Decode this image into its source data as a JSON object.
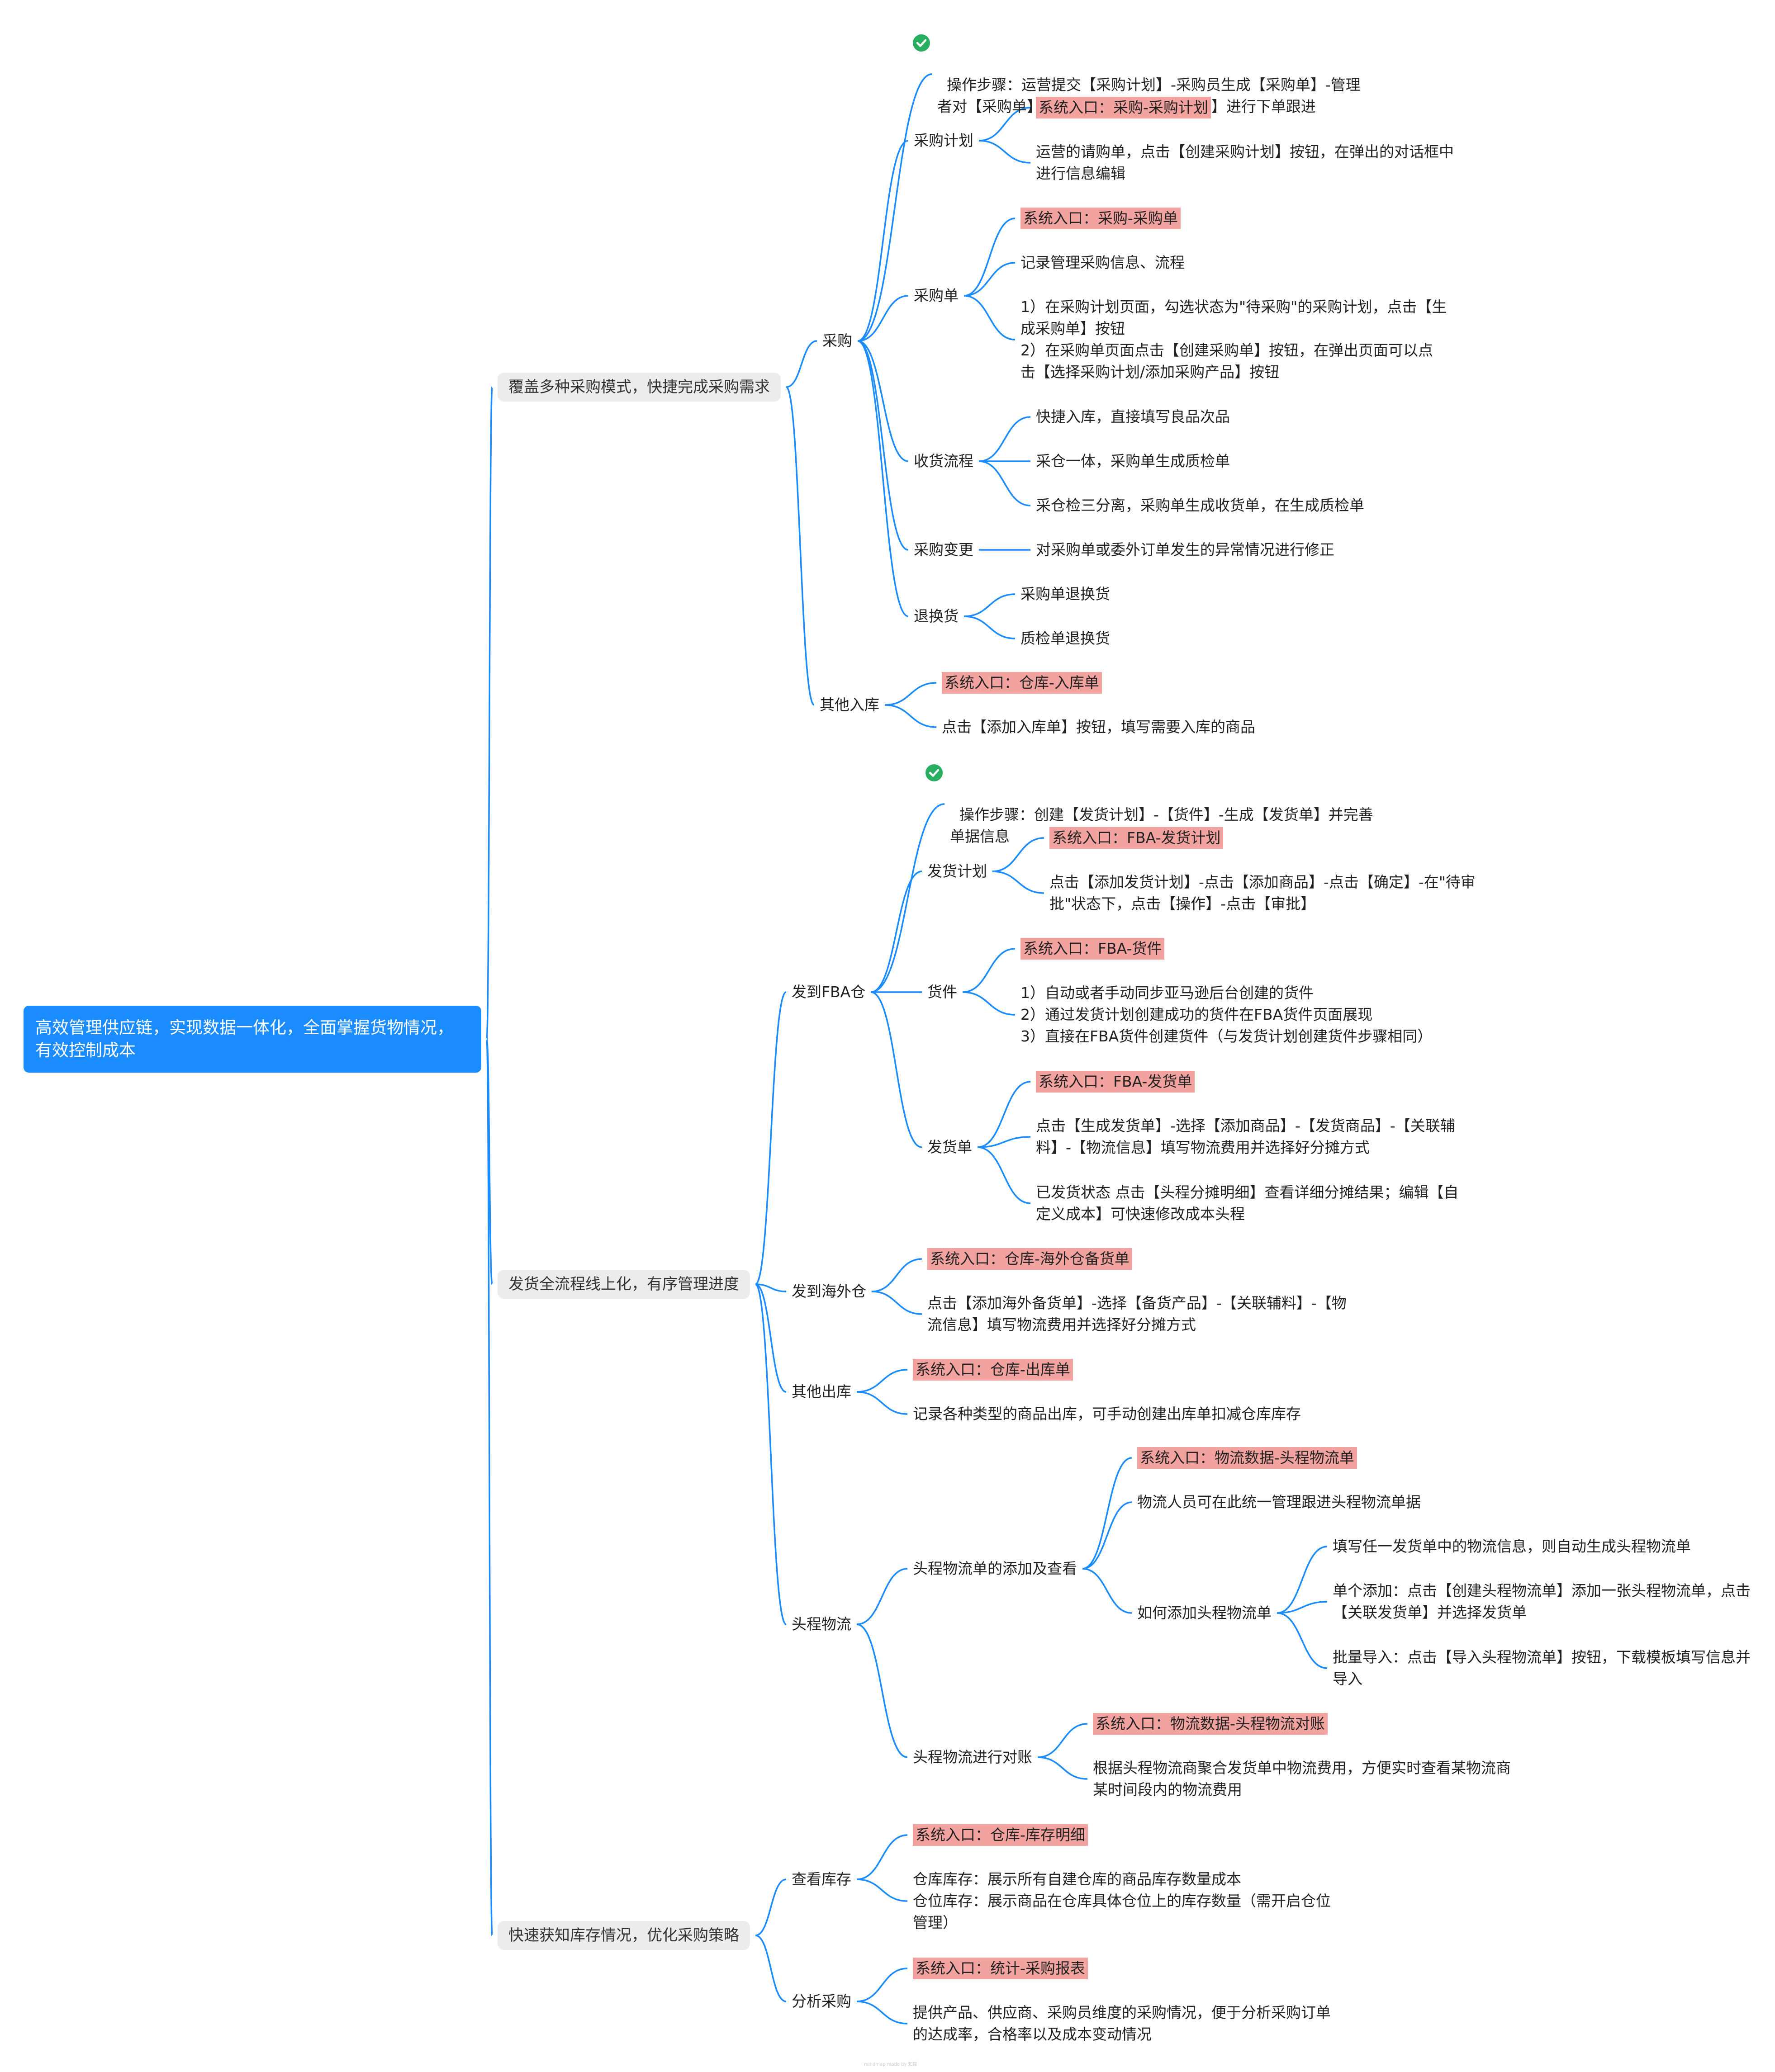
{
  "root": "高效管理供应链，实现数据一体化，全面掌握货物情况，\n有效控制成本",
  "branches": {
    "purchase_mode": "覆盖多种采购模式，快捷完成采购需求",
    "shipping": "发货全流程线上化，有序管理进度",
    "inventory": "快速获知库存情况，优化采购策略"
  },
  "purchase": {
    "label": "采购",
    "steps": "操作步骤：运营提交【采购计划】-采购员生成【采购单】-管理\n者对【采购单】进行审批-采购对【采购单】进行下单跟进",
    "plan": {
      "label": "采购计划",
      "entry": "系统入口：采购-采购计划",
      "desc": "运营的请购单，点击【创建采购计划】按钮，在弹出的对话框中\n进行信息编辑"
    },
    "order": {
      "label": "采购单",
      "entry": "系统入口：采购-采购单",
      "desc1": "记录管理采购信息、流程",
      "desc2": "1）在采购计划页面，勾选状态为\"待采购\"的采购计划，点击【生\n成采购单】按钮\n2）在采购单页面点击【创建采购单】按钮，在弹出页面可以点\n击【选择采购计划/添加采购产品】按钮"
    },
    "receive": {
      "label": "收货流程",
      "items": [
        "快捷入库，直接填写良品次品",
        "采仓一体，采购单生成质检单",
        "采仓检三分离，采购单生成收货单，在生成质检单"
      ]
    },
    "change": {
      "label": "采购变更",
      "desc": "对采购单或委外订单发生的异常情况进行修正"
    },
    "returns": {
      "label": "退换货",
      "items": [
        "采购单退换货",
        "质检单退换货"
      ]
    }
  },
  "other_in": {
    "label": "其他入库",
    "entry": "系统入口：仓库-入库单",
    "desc": "点击【添加入库单】按钮，填写需要入库的商品"
  },
  "fba": {
    "label": "发到FBA仓",
    "steps": "操作步骤：创建【发货计划】-【货件】-生成【发货单】并完善\n单据信息",
    "plan": {
      "label": "发货计划",
      "entry": "系统入口：FBA-发货计划",
      "desc": "点击【添加发货计划】-点击【添加商品】-点击【确定】-在\"待审\n批\"状态下，点击【操作】-点击【审批】"
    },
    "shipment": {
      "label": "货件",
      "entry": "系统入口：FBA-货件",
      "desc": "1）自动或者手动同步亚马逊后台创建的货件\n2）通过发货计划创建成功的货件在FBA货件页面展现\n3）直接在FBA货件创建货件（与发货计划创建货件步骤相同）"
    },
    "invoice": {
      "label": "发货单",
      "entry": "系统入口：FBA-发货单",
      "desc1": "点击【生成发货单】-选择【添加商品】-【发货商品】-【关联辅\n料】-【物流信息】填写物流费用并选择好分摊方式",
      "desc2": "已发货状态 点击【头程分摊明细】查看详细分摊结果；编辑【自\n定义成本】可快速修改成本头程"
    }
  },
  "overseas": {
    "label": "发到海外仓",
    "entry": "系统入口：仓库-海外仓备货单",
    "desc": "点击【添加海外备货单】-选择【备货产品】-【关联辅料】-【物\n流信息】填写物流费用并选择好分摊方式"
  },
  "other_out": {
    "label": "其他出库",
    "entry": "系统入口：仓库-出库单",
    "desc": "记录各种类型的商品出库，可手动创建出库单扣减仓库库存"
  },
  "logistics": {
    "label": "头程物流",
    "add": {
      "label": "头程物流单的添加及查看",
      "entry": "系统入口：物流数据-头程物流单",
      "desc": "物流人员可在此统一管理跟进头程物流单据",
      "how": {
        "label": "如何添加头程物流单",
        "items": [
          "填写任一发货单中的物流信息，则自动生成头程物流单",
          "单个添加：点击【创建头程物流单】添加一张头程物流单，点击\n【关联发货单】并选择发货单",
          "批量导入：点击【导入头程物流单】按钮，下载模板填写信息并\n导入"
        ]
      }
    },
    "recon": {
      "label": "头程物流进行对账",
      "entry": "系统入口：物流数据-头程物流对账",
      "desc": "根据头程物流商聚合发货单中物流费用，方便实时查看某物流商\n某时间段内的物流费用"
    }
  },
  "stock": {
    "label": "查看库存",
    "entry": "系统入口：仓库-库存明细",
    "desc": "仓库库存：展示所有自建仓库的商品库存数量成本\n仓位库存：展示商品在仓库具体仓位上的库存数量（需开启仓位\n管理）"
  },
  "analysis": {
    "label": "分析采购",
    "entry": "系统入口：统计-采购报表",
    "desc": "提供产品、供应商、采购员维度的采购情况，便于分析采购订单\n的达成率，合格率以及成本变动情况"
  },
  "footer": "mindmap made by 知犀",
  "colors": {
    "line": "#1b8cff",
    "root_bg": "#1b8cff",
    "highlight": "#f2a3a0",
    "branch_bg": "#ececec",
    "check": "#27ae60"
  }
}
